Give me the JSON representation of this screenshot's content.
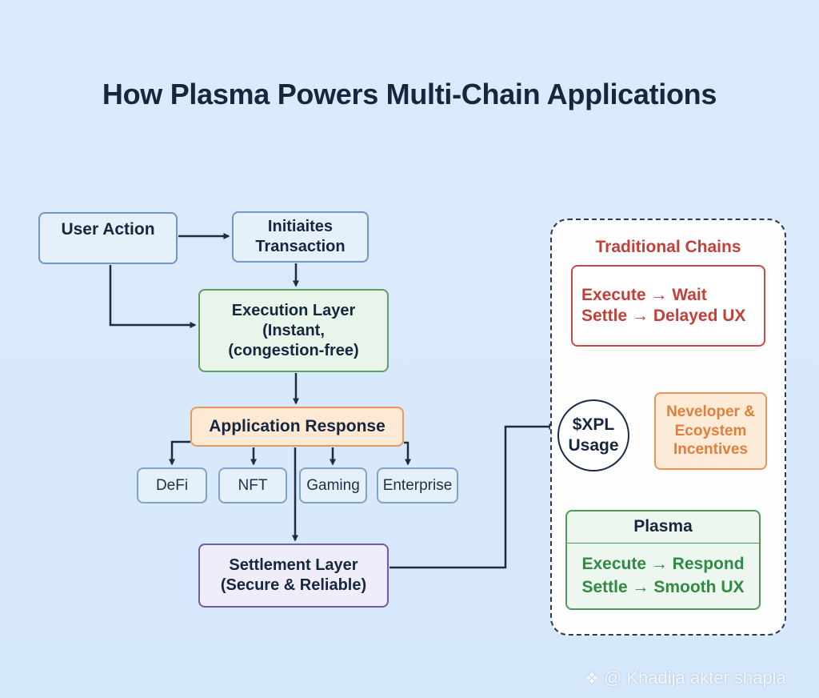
{
  "title": "How Plasma Powers Multi-Chain Applications",
  "flow": {
    "user_action": "User Action",
    "initiates_transaction": [
      "Initiaites",
      "Transaction"
    ],
    "execution_layer": [
      "Execution Layer",
      "(Instant,",
      "(congestion-free)"
    ],
    "application_response": "Application Response",
    "applications": [
      "DeFi",
      "NFT",
      "Gaming",
      "Enterprise"
    ],
    "settlement_layer": [
      "Settlement Layer",
      "(Secure & Reliable)"
    ]
  },
  "comparison_panel": {
    "traditional": {
      "title": "Traditional Chains",
      "lines": [
        "Execute → Wait",
        "Settle → Delayed UX"
      ]
    },
    "xpl_usage": [
      "$XPL",
      "Usage"
    ],
    "incentives": [
      "Neveloper &",
      "Ecoystem",
      "Incentives"
    ],
    "plasma": {
      "title": "Plasma",
      "lines": [
        "Execute → Respond",
        "Settle → Smooth UX"
      ]
    }
  },
  "watermark": {
    "icon": "binance-diamond-icon",
    "text": "@ Khadija akter shapla"
  },
  "colors": {
    "background": "#d9eafb",
    "text_dark": "#16263f",
    "execution_green": "#5fa062",
    "response_orange": "#e79a5f",
    "settlement_purple": "#6f5ba8",
    "traditional_red": "#c0403a",
    "plasma_green": "#2f8a43",
    "incentive_orange": "#e07f3c"
  }
}
